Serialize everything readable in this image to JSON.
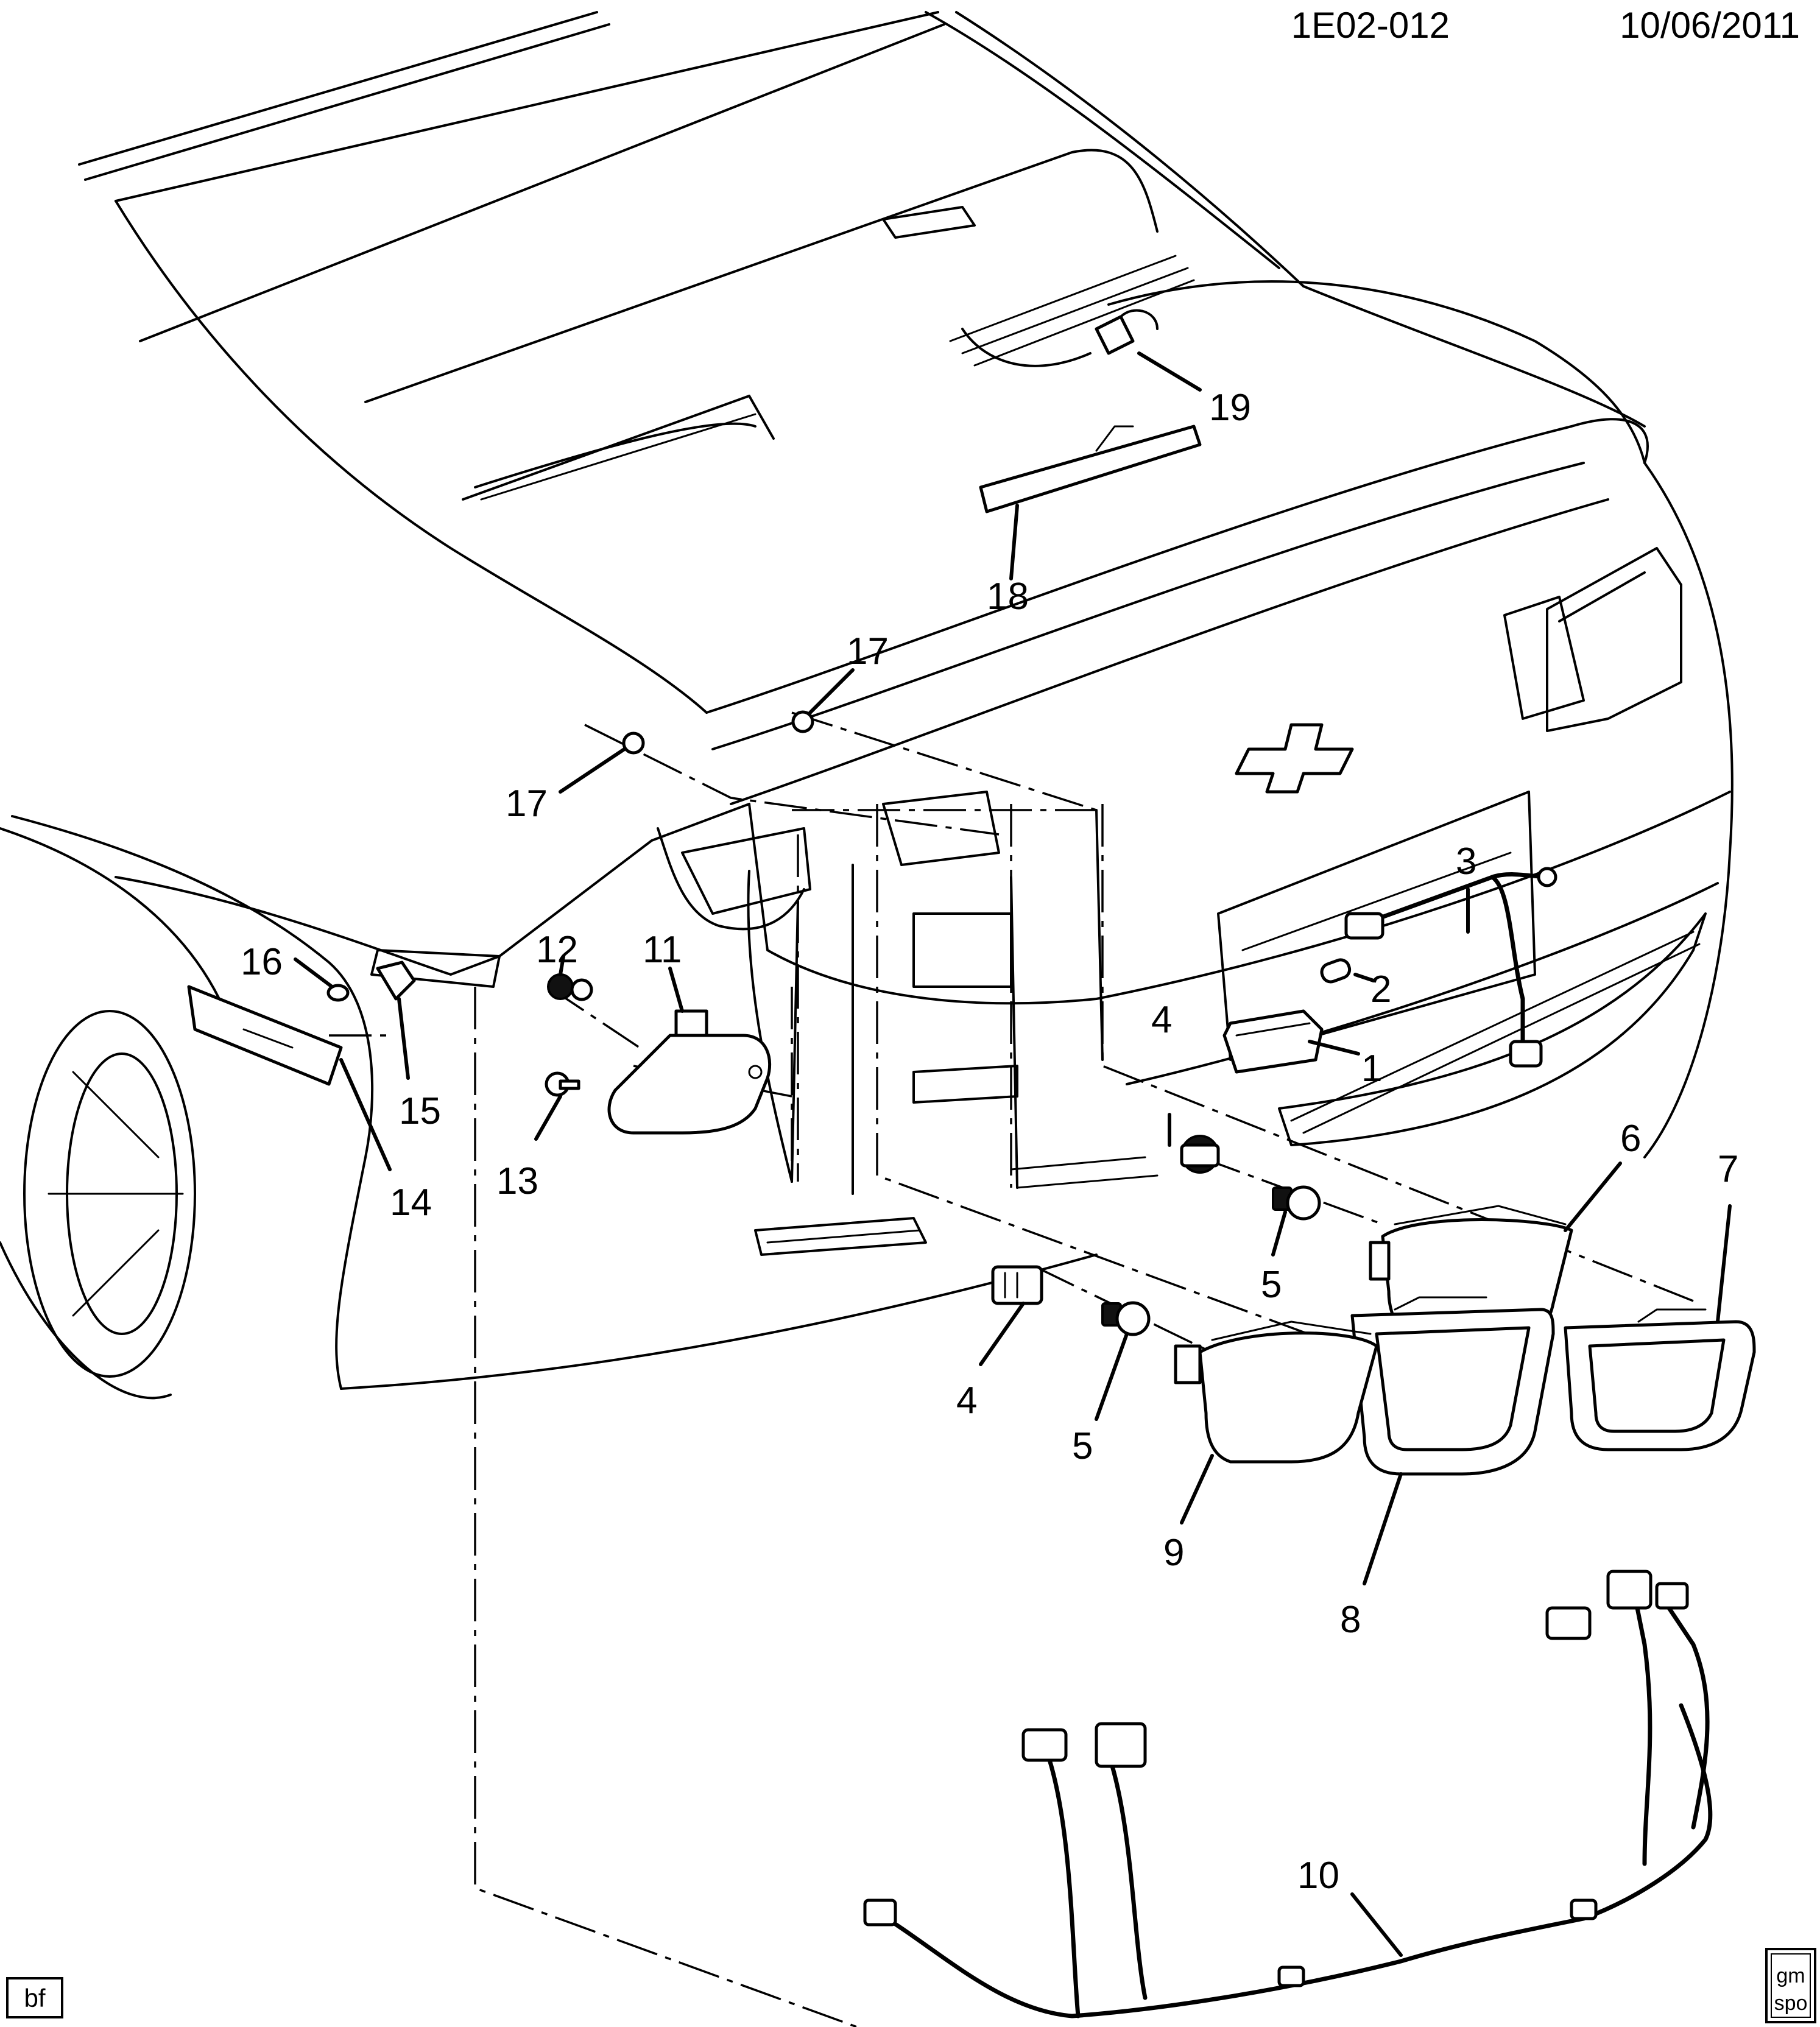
{
  "header": {
    "diagram_id": "1E02-012",
    "date": "10/06/2011"
  },
  "callouts": [
    {
      "id": "1",
      "label": "1"
    },
    {
      "id": "2",
      "label": "2"
    },
    {
      "id": "3",
      "label": "3"
    },
    {
      "id": "4a",
      "label": "4"
    },
    {
      "id": "4b",
      "label": "4"
    },
    {
      "id": "5a",
      "label": "5"
    },
    {
      "id": "5b",
      "label": "5"
    },
    {
      "id": "6",
      "label": "6"
    },
    {
      "id": "7",
      "label": "7"
    },
    {
      "id": "8",
      "label": "8"
    },
    {
      "id": "9",
      "label": "9"
    },
    {
      "id": "10",
      "label": "10"
    },
    {
      "id": "11",
      "label": "11"
    },
    {
      "id": "12",
      "label": "12"
    },
    {
      "id": "13",
      "label": "13"
    },
    {
      "id": "14",
      "label": "14"
    },
    {
      "id": "15",
      "label": "15"
    },
    {
      "id": "16",
      "label": "16"
    },
    {
      "id": "17a",
      "label": "17"
    },
    {
      "id": "17b",
      "label": "17"
    },
    {
      "id": "18",
      "label": "18"
    },
    {
      "id": "19",
      "label": "19"
    }
  ],
  "footer": {
    "left_badge": "bf",
    "right_logo_top": "gm",
    "right_logo_bottom": "spo"
  }
}
